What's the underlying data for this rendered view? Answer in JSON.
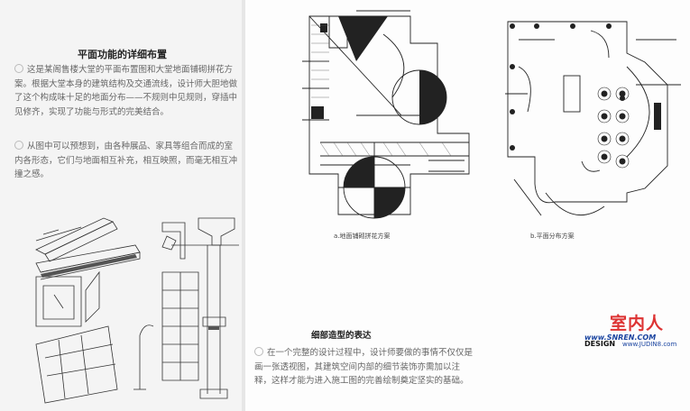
{
  "left_page": {
    "heading": "平面功能的详细布置",
    "paragraph1": "这是某阁售楼大堂的平面布置图和大堂地面铺砌拼花方案。根据大堂本身的建筑结构及交通流线，设计师大胆地做了这个构成味十足的地面分布——不规则中见规则，穿插中见修齐，实现了功能与形式的完美结合。",
    "paragraph2": "从图中可以预想到，由各种展品、家具等组合而成的室内各形态，它们与地面相互补充，相互映照，而毫无相互冲撞之感。"
  },
  "right_page": {
    "caption_a": "a.地面铺砌拼花方案",
    "caption_b": "b.平面分布方案",
    "section_heading": "细部造型的表达",
    "section_paragraph": "在一个完整的设计过程中，设计师要做的事情不仅仅是画一张透视图，其建筑空间内部的细节装饰亦需加以注释，这样才能为进入施工图的完善绘制奠定坚实的基础。"
  },
  "watermark": {
    "brand": "室内人",
    "url": "www.SNREN.COM",
    "design": "DESIGN",
    "url2": "www.JUDIN8.com"
  }
}
